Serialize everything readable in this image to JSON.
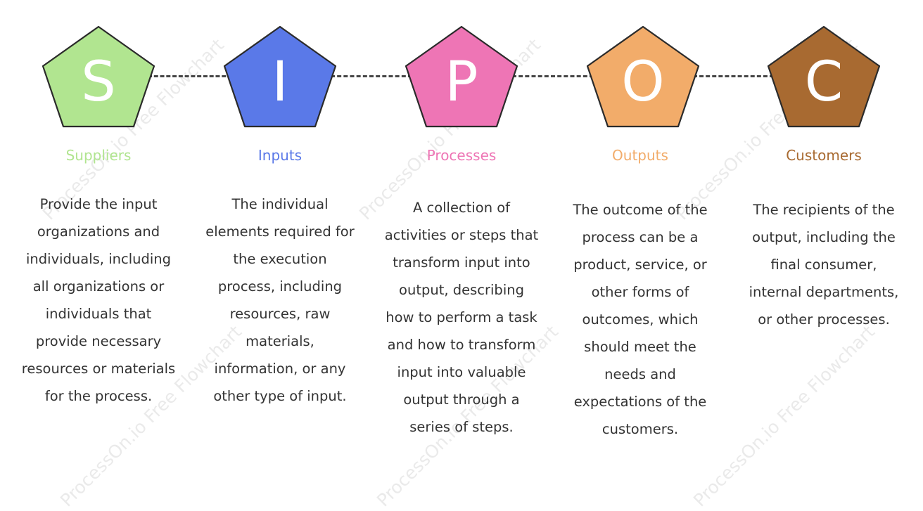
{
  "watermark": "ProcessOn.io Free Flowchart",
  "columns": [
    {
      "letter": "S",
      "title": "Suppliers",
      "color": "#b1e590",
      "description": "Provide the input organizations and individuals, including all organizations or individuals that provide necessary resources or materials for the process."
    },
    {
      "letter": "I",
      "title": "Inputs",
      "color": "#5a79e8",
      "description": "The individual elements required for the execution process, including resources, raw materials, information, or any other type of input."
    },
    {
      "letter": "P",
      "title": "Processes",
      "color": "#ee75b5",
      "description": "A collection of activities or steps that transform input into output, describing how to perform a task and how to transform input into valuable output through a series of steps."
    },
    {
      "letter": "O",
      "title": "Outputs",
      "color": "#f2ac6a",
      "description": "The outcome of the process can be a product, service, or other forms of outcomes, which should meet the needs and expectations of the customers."
    },
    {
      "letter": "C",
      "title": "Customers",
      "color": "#a86a31",
      "description": "The recipients of the output, including the final consumer, internal departments, or other processes."
    }
  ]
}
